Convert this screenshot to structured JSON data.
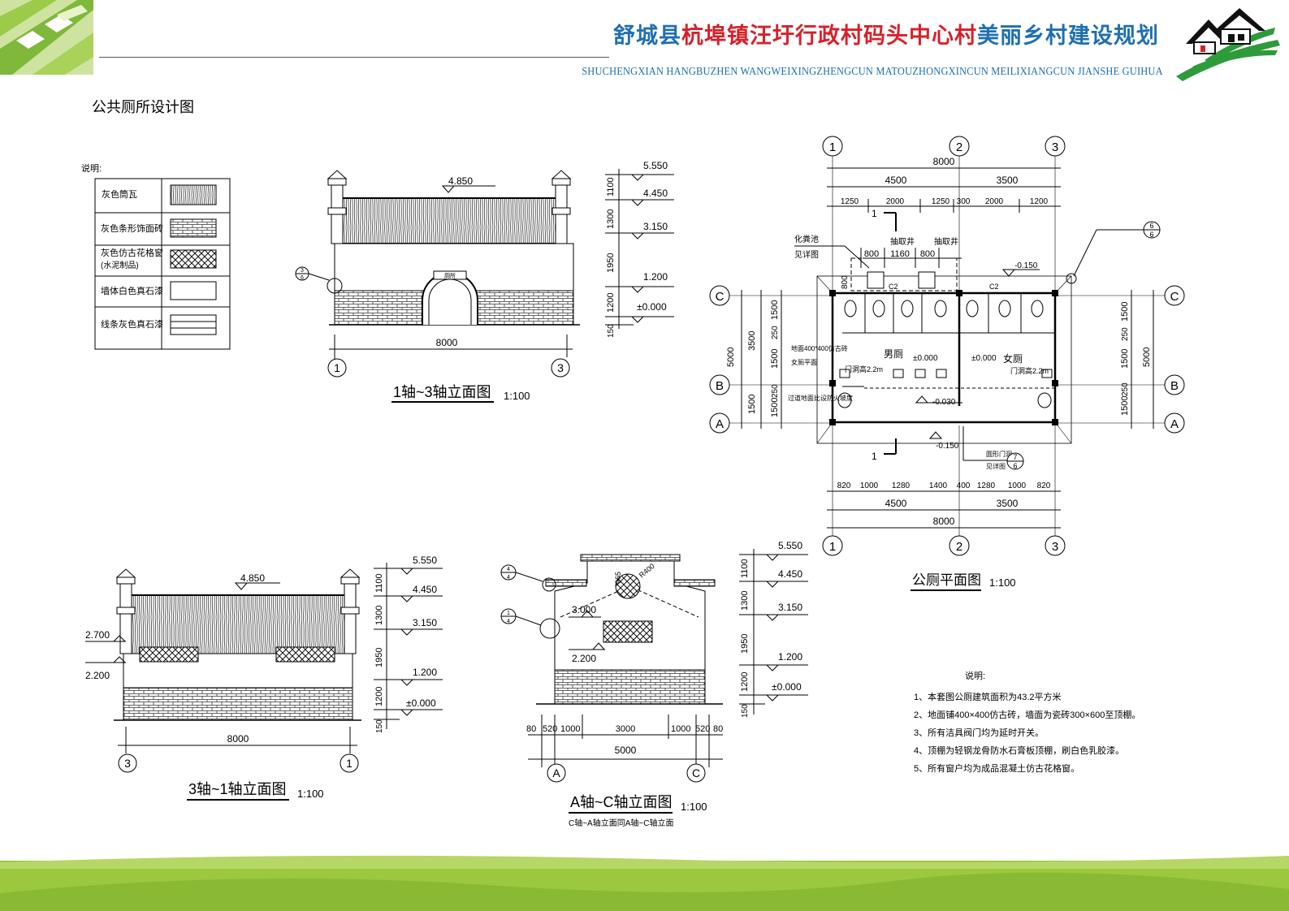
{
  "header": {
    "title_part1": "舒城县",
    "title_part2": "杭埠镇汪圩行政村码头中心村",
    "title_part3": "美丽乡村建设规划",
    "subtitle": "SHUCHENGXIAN HANGBUZHEN WANGWEIXINGZHENGCUN MATOUZHONGXINCUN MEILIXIANGCUN JIANSHE GUIHUA"
  },
  "sheet_title": "公共厕所设计图",
  "legend": {
    "heading": "说明:",
    "items": [
      "灰色筒瓦",
      "灰色条形饰面砖",
      "灰色仿古花格窗",
      "(水泥制品)",
      "墙体白色真石漆",
      "线条灰色真石漆"
    ]
  },
  "elev13": {
    "title": "1轴~3轴立面图",
    "scale": "1:100",
    "top_level": "4.850",
    "width": "8000",
    "axis_left": "1",
    "axis_right": "3",
    "levels": [
      "5.550",
      "4.450",
      "3.150",
      "1.200",
      "±0.000"
    ],
    "segments": [
      "1100",
      "1300",
      "1950",
      "1200",
      "150"
    ],
    "door_label": "厕所",
    "detail_top": "3",
    "detail_bottom": "6"
  },
  "elev31": {
    "title": "3轴~1轴立面图",
    "scale": "1:100",
    "top_level": "4.850",
    "width": "8000",
    "axis_left": "3",
    "axis_right": "1",
    "win_top": "2.700",
    "win_bottom": "2.200",
    "levels": [
      "5.550",
      "4.450",
      "3.150",
      "1.200",
      "±0.000"
    ],
    "segments": [
      "1100",
      "1300",
      "1950",
      "1200",
      "150"
    ]
  },
  "elevAC": {
    "title": "A轴~C轴立面图",
    "scale": "1:100",
    "note": "C轴~A轴立面同A轴~C轴立面",
    "lvl_3000": "3.000",
    "lvl_2200": "2.200",
    "dim_965": "965",
    "radius": "R400",
    "dims": [
      "80",
      "520",
      "1000",
      "3000",
      "1000",
      "520",
      "80"
    ],
    "width": "5000",
    "axis_left": "A",
    "axis_right": "C",
    "detail1_top": "4",
    "detail1_bottom": "4",
    "detail2_top": "1",
    "detail2_bottom": "4",
    "levels": [
      "5.550",
      "4.450",
      "3.150",
      "1.200",
      "±0.000"
    ],
    "segments": [
      "1100",
      "1300",
      "1950",
      "1200",
      "150"
    ]
  },
  "plan": {
    "title": "公厕平面图",
    "scale": "1:100",
    "axes_x": [
      "1",
      "2",
      "3"
    ],
    "axes_y": [
      "C",
      "B",
      "A"
    ],
    "total": "8000",
    "halves": [
      "4500",
      "3500"
    ],
    "top_dims": [
      "1250",
      "2000",
      "1250",
      "300",
      "2000",
      "1200"
    ],
    "bottom_dims": [
      "820",
      "1000",
      "1280",
      "1400",
      "400",
      "1280",
      "1000",
      "820"
    ],
    "left_dims_outer": [
      "3500",
      "1500"
    ],
    "left_total": "5000",
    "left_dims_inner": [
      "1500",
      "250",
      "1500",
      "250",
      "1500"
    ],
    "right_total": "5000",
    "right_dims": [
      "1500",
      "250",
      "1500",
      "250",
      "1500"
    ],
    "tank_dims": [
      "800",
      "1160",
      "800"
    ],
    "dim_800v": "800",
    "labels": {
      "septic": "化粪池",
      "see_detail": "见详图",
      "pump1": "抽取井",
      "pump2": "抽取井",
      "c2a": "C2",
      "c2b": "C2",
      "men": "男厕",
      "women": "女厕",
      "lvl_m": "±0.000",
      "lvl_w": "±0.000",
      "lvl_top": "-0.150",
      "lvl_bot": "-0.150",
      "lvl_corr": "-0.030",
      "floor_note": "地面400*400仿古砖",
      "floor_note2": "女厕平面",
      "door_m": "门洞高2.2m",
      "door_w": "门洞高2.2m",
      "corridor": "过道地面比设防火坡度",
      "round_door": "圆形门洞",
      "see_detail2": "见详图"
    },
    "section_mark": "1",
    "detail66_top": "6",
    "detail66_bottom": "6",
    "detail76_top": "7",
    "detail76_bottom": "6"
  },
  "notes": {
    "heading": "说明:",
    "items": [
      "1、本套图公厕建筑面积为43.2平方米",
      "2、地面铺400×400仿古砖，墙面为瓷砖300×600至顶棚。",
      "3、所有洁具阀门均为延时开关。",
      "4、顶棚为轻钢龙骨防水石膏板顶棚，刷白色乳胶漆。",
      "5、所有窗户均为成品混凝土仿古花格窗。"
    ]
  },
  "colors": {
    "title_blue": "#1f6fb2",
    "title_red": "#d8202a",
    "logo_green": "#2e9b3a",
    "footer_green": "#9bc83c"
  }
}
